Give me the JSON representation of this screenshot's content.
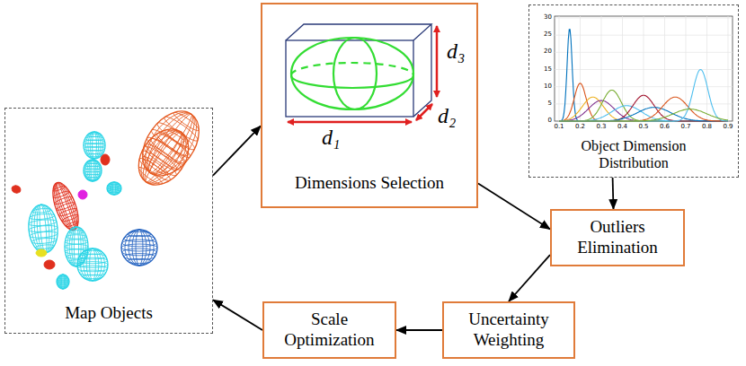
{
  "diagram": {
    "nodes": [
      {
        "text": [
          "Map Objects"
        ]
      },
      {
        "text": [
          "Dimensions Selection"
        ]
      },
      {
        "text": [
          "Object Dimension Distribution"
        ]
      },
      {
        "text": [
          "Outliers Elimination"
        ]
      },
      {
        "text": [
          "Uncertainty Weighting"
        ]
      },
      {
        "text": [
          "Scale Optimization"
        ]
      }
    ],
    "edges": [
      {
        "from": 0,
        "to": 1,
        "arrow": "to"
      },
      {
        "from": 1,
        "to": 3,
        "arrow": "to"
      },
      {
        "from": 2,
        "to": 3,
        "arrow": "to"
      },
      {
        "from": 3,
        "to": 4,
        "arrow": "to"
      },
      {
        "from": 4,
        "to": 5,
        "arrow": "to"
      },
      {
        "from": 5,
        "to": 0,
        "arrow": "to"
      }
    ],
    "labels": [
      "d₃",
      "d₂",
      "d₁",
      "0",
      "5",
      "10",
      "15",
      "20",
      "25",
      "30",
      "0.1",
      "0.2",
      "0.3",
      "0.4",
      "0.5",
      "0.6",
      "0.7",
      "0.8",
      "0.9"
    ]
  }
}
